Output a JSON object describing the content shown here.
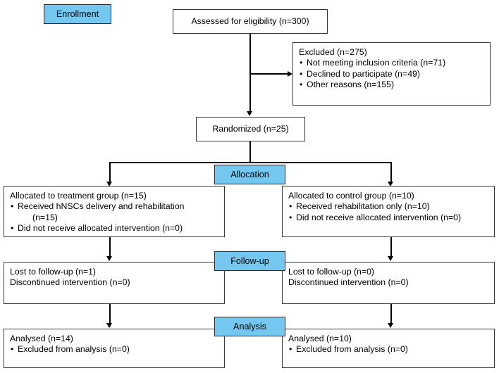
{
  "diagram": {
    "type": "consort-flow-diagram",
    "colors": {
      "stage_label_fill": "#74c7ef",
      "box_border": "#3a3a3a",
      "background": "#ffffff",
      "text": "#000000"
    },
    "stages": [
      {
        "id": "enrollment",
        "label": "Enrollment"
      },
      {
        "id": "allocation",
        "label": "Allocation"
      },
      {
        "id": "followup",
        "label": "Follow-up"
      },
      {
        "id": "analysis",
        "label": "Analysis"
      }
    ],
    "nodes": {
      "assessed": {
        "title": "Assessed for eligibility (n=300)"
      },
      "excluded": {
        "title": "Excluded (n=275)",
        "items": [
          "Not meeting inclusion criteria (n=71)",
          "Declined to participate (n=49)",
          "Other reasons (n=155)"
        ]
      },
      "randomized": {
        "title": "Randomized (n=25)"
      },
      "alloc_treatment": {
        "title": "Allocated to treatment group (n=15)",
        "items": [
          "Received hNSCs delivery and rehabilitation",
          "Did not receive allocated intervention (n=0)"
        ],
        "item0_continuation": "(n=15)"
      },
      "alloc_control": {
        "title": "Allocated to control group (n=10)",
        "items": [
          "Received rehabilitation only (n=10)",
          "Did not receive allocated intervention (n=0)"
        ]
      },
      "followup_treatment": {
        "line1": "Lost to follow-up (n=1)",
        "line2": "Discontinued intervention (n=0)"
      },
      "followup_control": {
        "line1": "Lost to follow-up (n=0)",
        "line2": "Discontinued intervention (n=0)"
      },
      "analysis_treatment": {
        "title": "Analysed (n=14)",
        "items": [
          "Excluded from analysis (n=0)"
        ]
      },
      "analysis_control": {
        "title": "Analysed (n=10)",
        "items": [
          "Excluded from analysis (n=0)"
        ]
      }
    }
  }
}
